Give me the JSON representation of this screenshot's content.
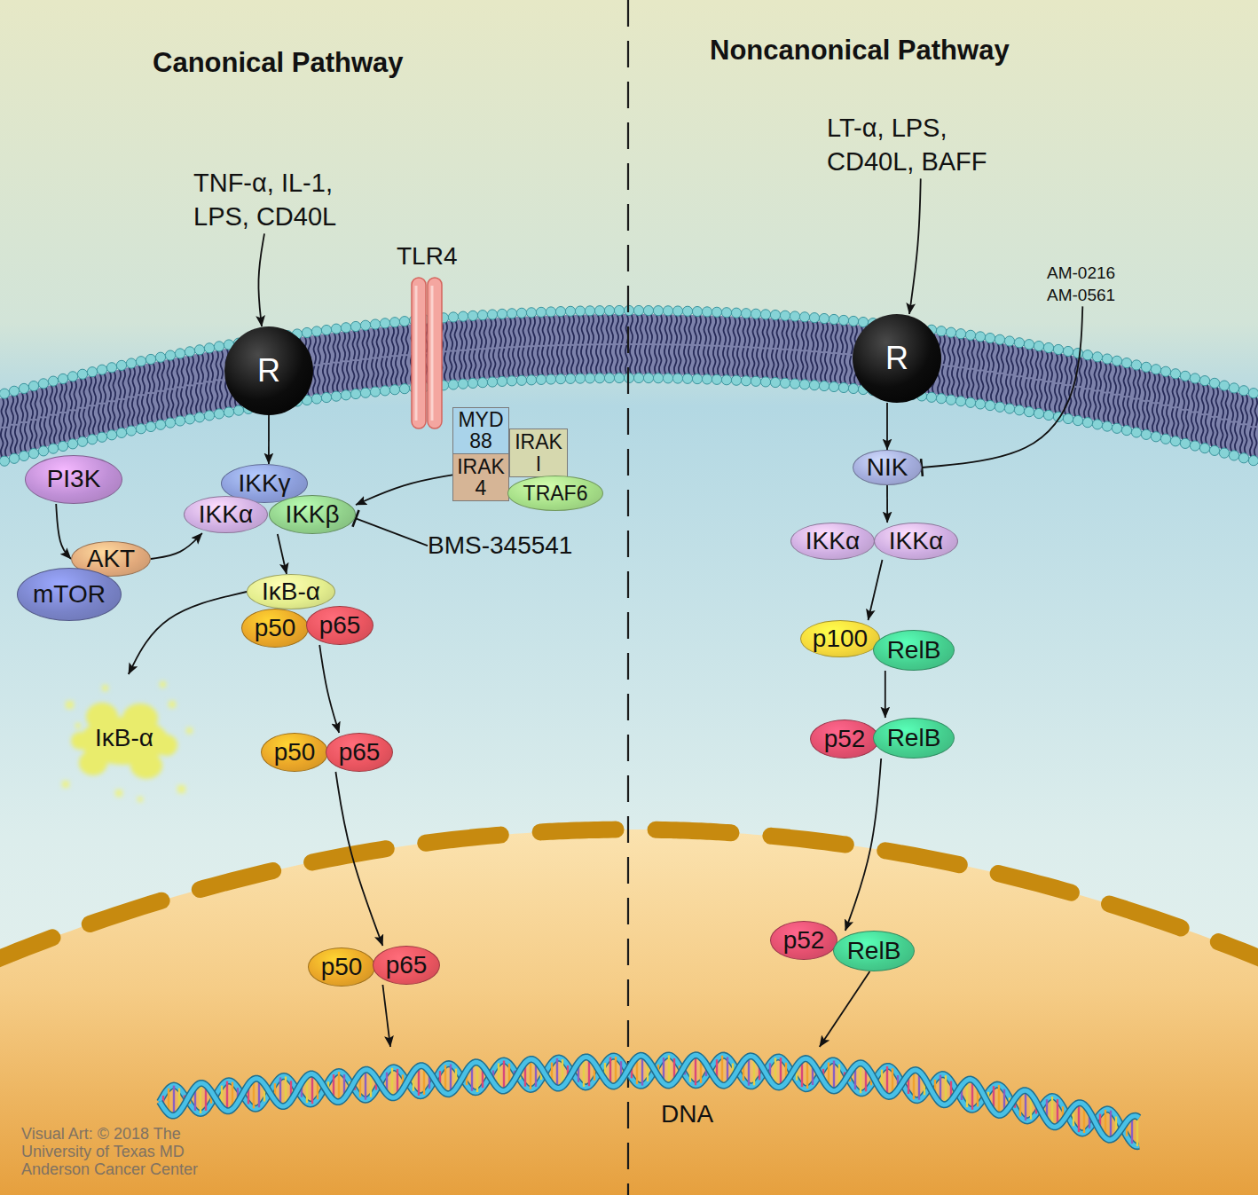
{
  "diagram": {
    "nodes": [
      {
        "text": [
          "TNF-α, IL-1, LPS, CD40L"
        ]
      },
      {
        "text": [
          "LT-α, LPS, CD40L, BAFF"
        ]
      },
      {
        "text": [
          "AM-0216 AM-0561"
        ]
      },
      {
        "text": [
          "R"
        ]
      },
      {
        "text": [
          "R"
        ]
      },
      {
        "text": [
          "MYD 88"
        ]
      },
      {
        "text": [
          "IRAK I"
        ]
      },
      {
        "text": [
          "IRAK 4"
        ]
      },
      {
        "text": [
          "TRAF6"
        ]
      },
      {
        "text": [
          "PI3K"
        ]
      },
      {
        "text": [
          "IKKγ"
        ]
      },
      {
        "text": [
          "NIK"
        ]
      },
      {
        "text": [
          "IKKα"
        ]
      },
      {
        "text": [
          "IKKβ"
        ]
      },
      {
        "text": [
          "BMS-345541"
        ]
      },
      {
        "text": [
          "AKT"
        ]
      },
      {
        "text": [
          "mTOR"
        ]
      },
      {
        "text": [
          "IKKα"
        ]
      },
      {
        "text": [
          "IKKα"
        ]
      },
      {
        "text": [
          "IκB-α"
        ]
      },
      {
        "text": [
          "p50"
        ]
      },
      {
        "text": [
          "p65"
        ]
      },
      {
        "text": [
          "p100"
        ]
      },
      {
        "text": [
          "RelB"
        ]
      },
      {
        "text": [
          "IκB-α"
        ]
      },
      {
        "text": [
          "p50"
        ]
      },
      {
        "text": [
          "p65"
        ]
      },
      {
        "text": [
          "p52"
        ]
      },
      {
        "text": [
          "RelB"
        ]
      },
      {
        "text": [
          "p52"
        ]
      },
      {
        "text": [
          "RelB"
        ]
      },
      {
        "text": [
          "p50"
        ]
      },
      {
        "text": [
          "p65"
        ]
      },
      {
        "text": [
          "DNA"
        ]
      }
    ],
    "edges": [
      {
        "from": 0,
        "to": 3,
        "arrow": "to"
      },
      {
        "from": 1,
        "to": 4,
        "arrow": "to"
      },
      {
        "from": 3,
        "to": 10,
        "arrow": "to"
      },
      {
        "from": 7,
        "to": 13,
        "arrow": "to"
      },
      {
        "from": 14,
        "to": 13,
        "arrow": "to"
      },
      {
        "from": 9,
        "to": 15,
        "arrow": "to"
      },
      {
        "from": 15,
        "to": 12,
        "arrow": "to"
      },
      {
        "from": 13,
        "to": 19,
        "arrow": "to"
      },
      {
        "from": 19,
        "to": 24,
        "arrow": "to"
      },
      {
        "from": 21,
        "to": 26,
        "arrow": "to"
      },
      {
        "from": 26,
        "to": 32,
        "arrow": "to"
      },
      {
        "from": 32,
        "to": 33,
        "arrow": "to"
      },
      {
        "from": 2,
        "to": 11,
        "arrow": "to"
      },
      {
        "from": 4,
        "to": 11,
        "arrow": "to"
      },
      {
        "from": 11,
        "to": 18,
        "arrow": "to"
      },
      {
        "from": 18,
        "to": 22,
        "arrow": "to"
      },
      {
        "from": 23,
        "to": 28,
        "arrow": "to"
      },
      {
        "from": 28,
        "to": 30,
        "arrow": "to"
      },
      {
        "from": 30,
        "to": 33,
        "arrow": "to"
      }
    ],
    "labels": [
      "Canonical Pathway",
      "Noncanonical Pathway",
      "TLR4",
      "Visual Art: © 2018 The University of Texas MD Anderson Cancer Center"
    ]
  }
}
